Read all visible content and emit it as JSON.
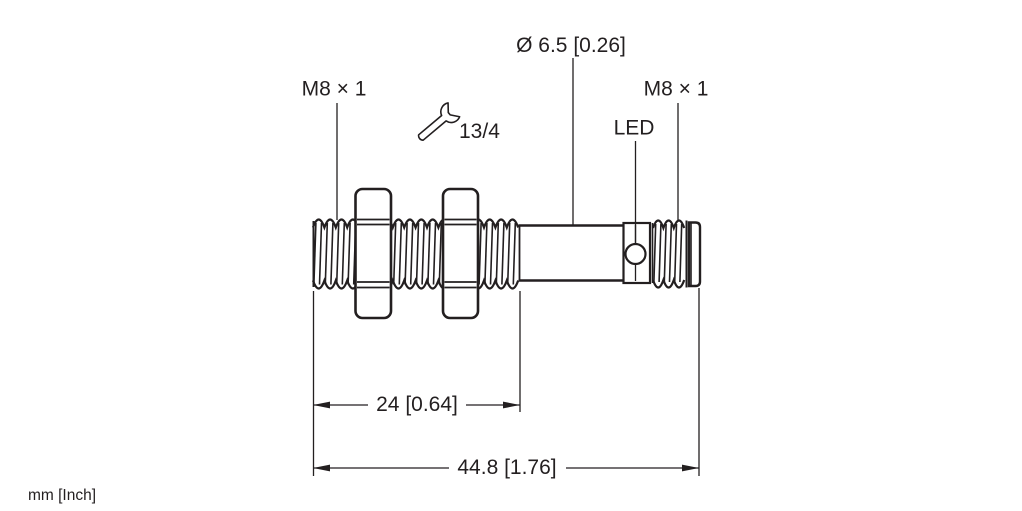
{
  "colors": {
    "ink": "#231f20",
    "background": "#ffffff"
  },
  "icons": {
    "wrench": "open-end-wrench-icon"
  },
  "callouts": {
    "thread_left": "M8 × 1",
    "diameter": "Ø 6.5 [0.26]",
    "thread_right": "M8 × 1",
    "led": "LED",
    "wrench_size": "13/4"
  },
  "dimensions": {
    "thread_length": "24 [0.64]",
    "overall_length": "44.8 [1.76]"
  },
  "units_note": "mm [Inch]"
}
